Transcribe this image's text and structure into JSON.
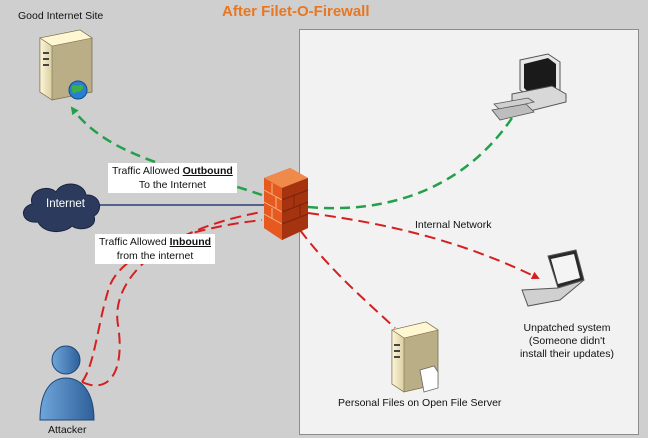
{
  "title": "After Filet-O-Firewall",
  "labels": {
    "good_site": "Good Internet Site",
    "internet": "Internet",
    "internal_network": "Internal Network",
    "attacker": "Attacker",
    "file_server": "Personal Files on Open File Server"
  },
  "outbound_box": {
    "prefix": "Traffic Allowed ",
    "keyword": "Outbound",
    "line2": "To the Internet"
  },
  "inbound_box": {
    "prefix": "Traffic Allowed ",
    "keyword": "Inbound",
    "line2": "from the internet"
  },
  "unpatched": {
    "line1": "Unpatched system",
    "line2": "(Someone didn't",
    "line3": "install their updates)"
  },
  "colors": {
    "title": "#e87722",
    "allowed_traffic": "#22a04a",
    "attack_traffic": "#d42020",
    "internet_link": "#2a3f7a",
    "background": "#cfcfcf",
    "network_panel": "#f2f2f2"
  },
  "icons": [
    "server-icon",
    "globe-icon",
    "cloud-icon",
    "firewall-icon",
    "desktop-computer-icon",
    "laptop-icon",
    "file-server-icon",
    "user-icon"
  ]
}
